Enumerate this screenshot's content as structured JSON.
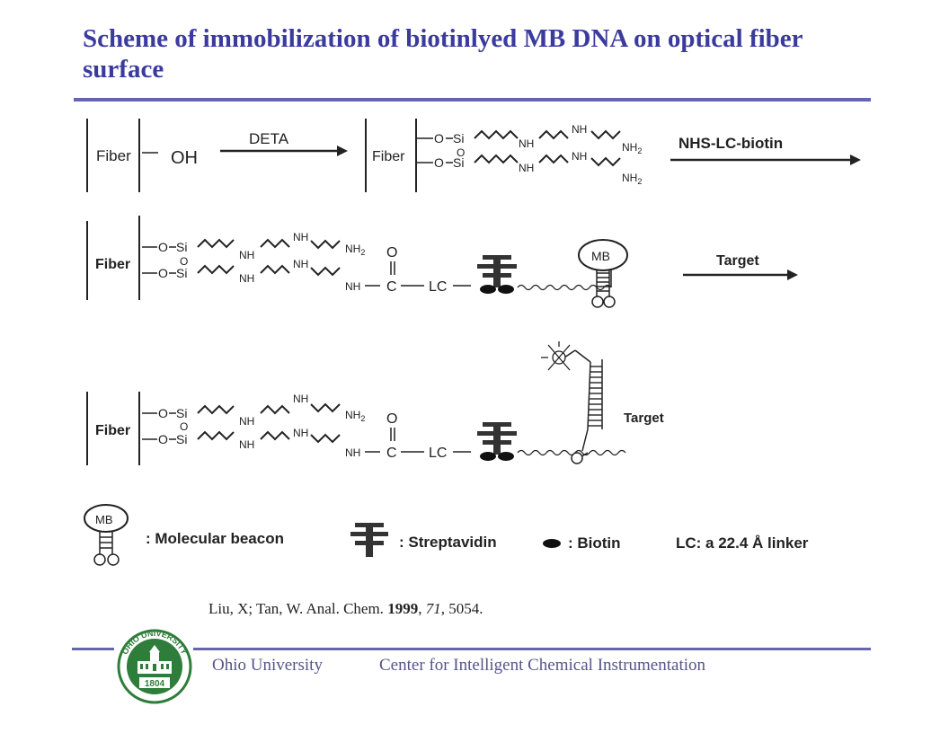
{
  "slide": {
    "title": "Scheme of immobilization of biotinlyed MB DNA on optical fiber surface",
    "citation": {
      "authors": "Liu, X; Tan, W. Anal. Chem.",
      "year": "1999",
      "sep1": ",",
      "volume": "71",
      "pages": ", 5054."
    },
    "footer": {
      "left": "Ohio University",
      "right": "Center for Intelligent Chemical Instrumentation"
    },
    "seal": {
      "text_top": "OHIO UNIVERSITY",
      "year": "1804",
      "color": "#2e7d3a"
    },
    "accent_color": "#3b3b9f"
  },
  "scheme": {
    "row1": {
      "fiber": "Fiber",
      "oh": "OH",
      "arrow1": "DETA",
      "fiber2": "Fiber",
      "o1": "O",
      "si1": "Si",
      "o_mid": "O",
      "o2": "O",
      "si2": "Si",
      "nh_a": "NH",
      "nh_b": "NH",
      "nh2_a": "NH",
      "nh2_a_sub": "2",
      "nh_c": "NH",
      "nh_d": "NH",
      "nh2_b": "NH",
      "nh2_b_sub": "2",
      "arrow2": "NHS-LC-biotin"
    },
    "row2": {
      "fiber": "Fiber",
      "o1": "O",
      "si1": "Si",
      "o_mid": "O",
      "o2": "O",
      "si2": "Si",
      "nh_a": "NH",
      "nh_b": "NH",
      "nh2": "NH",
      "nh2_sub": "2",
      "nh_c": "NH",
      "nh_d": "NH",
      "nh_e": "NH",
      "carbonyl_o": "O",
      "c": "C",
      "lc": "LC",
      "mb": "MB",
      "arrow": "Target"
    },
    "row3": {
      "fiber": "Fiber",
      "o1": "O",
      "si1": "Si",
      "o_mid": "O",
      "o2": "O",
      "si2": "Si",
      "nh_a": "NH",
      "nh_b": "NH",
      "nh2": "NH",
      "nh2_sub": "2",
      "nh_c": "NH",
      "nh_d": "NH",
      "nh_e": "NH",
      "carbonyl_o": "O",
      "c": "C",
      "lc": "LC",
      "target": "Target"
    },
    "legend": {
      "mb_icon": "MB",
      "mb": ": Molecular beacon",
      "strep": ": Streptavidin",
      "biotin": ": Biotin",
      "lc": "LC: a 22.4 Å linker"
    }
  }
}
